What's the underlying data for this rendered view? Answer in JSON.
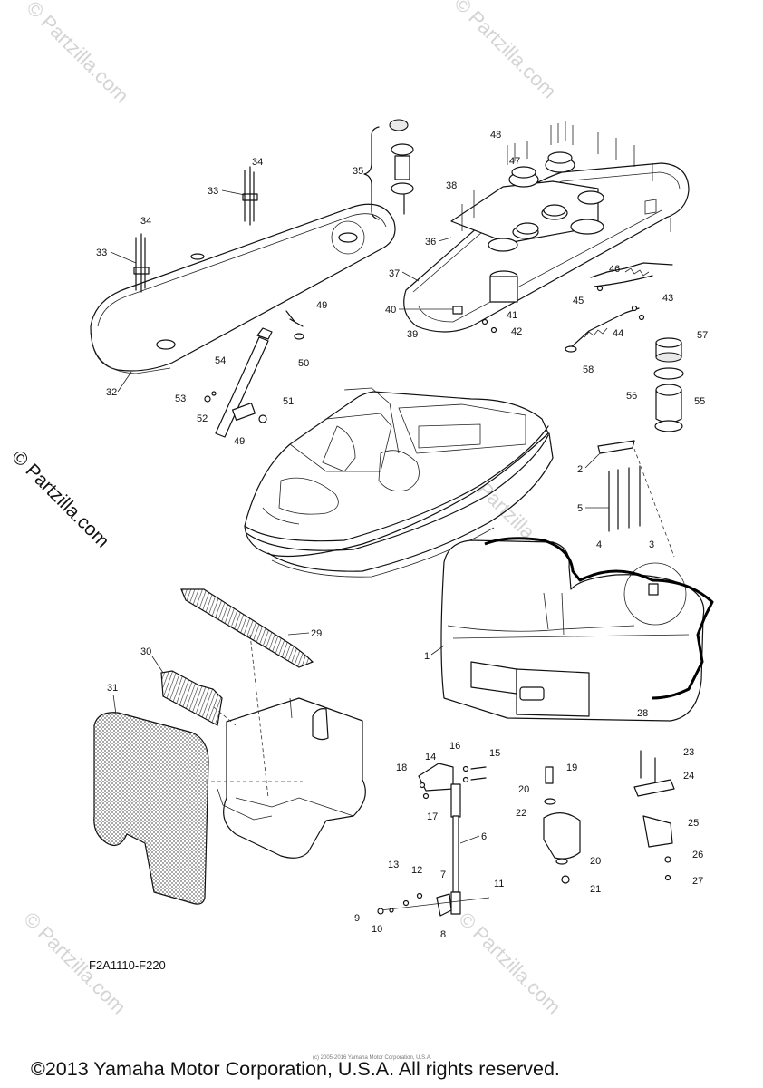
{
  "watermark": "© Partzilla.com",
  "watermark_side": "© Partzilla.com",
  "diagram_code": "F2A1110-F220",
  "small_copyright": "(c) 2005-2016 Yamaha Motor Corporation, U.S.A.",
  "footer": "©2013 Yamaha Motor Corporation, U.S.A. All rights reserved.",
  "callouts": {
    "c1": "1",
    "c2": "2",
    "c3": "3",
    "c4": "4",
    "c5": "5",
    "c6": "6",
    "c7": "7",
    "c8": "8",
    "c9": "9",
    "c10": "10",
    "c11": "11",
    "c12": "12",
    "c13": "13",
    "c14": "14",
    "c15": "15",
    "c16": "16",
    "c17": "17",
    "c18": "18",
    "c19": "19",
    "c20": "20",
    "c21": "21",
    "c22": "22",
    "c23": "23",
    "c24": "24",
    "c25": "25",
    "c26": "26",
    "c27": "27",
    "c28": "28",
    "c29": "29",
    "c30": "30",
    "c31": "31",
    "c32": "32",
    "c33": "33",
    "c34": "34",
    "c35": "35",
    "c36": "36",
    "c37": "37",
    "c38": "38",
    "c39": "39",
    "c40": "40",
    "c41": "41",
    "c42": "42",
    "c43": "43",
    "c44": "44",
    "c45": "45",
    "c46": "46",
    "c47": "47",
    "c48": "48",
    "c49": "49",
    "c50": "50",
    "c51": "51",
    "c52": "52",
    "c53": "53",
    "c54": "54",
    "c55": "55",
    "c56": "56",
    "c57": "57",
    "c58": "58"
  }
}
